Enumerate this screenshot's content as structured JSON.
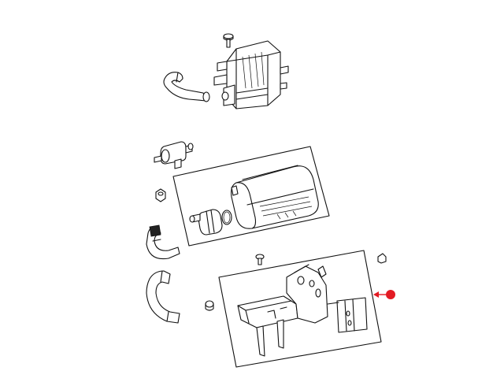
{
  "diagram": {
    "background": "#ffffff",
    "line_color": "#111111",
    "callout_color": "#e31b23",
    "parts": [
      {
        "name": "vapor-canister-assembly-top"
      },
      {
        "name": "purge-hose-upper"
      },
      {
        "name": "inline-filter"
      },
      {
        "name": "leak-detection-canister"
      },
      {
        "name": "leak-detection-pump"
      },
      {
        "name": "o-ring"
      },
      {
        "name": "vent-hose-lower"
      },
      {
        "name": "vent-tube-elbow"
      },
      {
        "name": "mounting-bracket"
      },
      {
        "name": "push-pin-fastener"
      },
      {
        "name": "bolt"
      },
      {
        "name": "nut"
      }
    ]
  }
}
